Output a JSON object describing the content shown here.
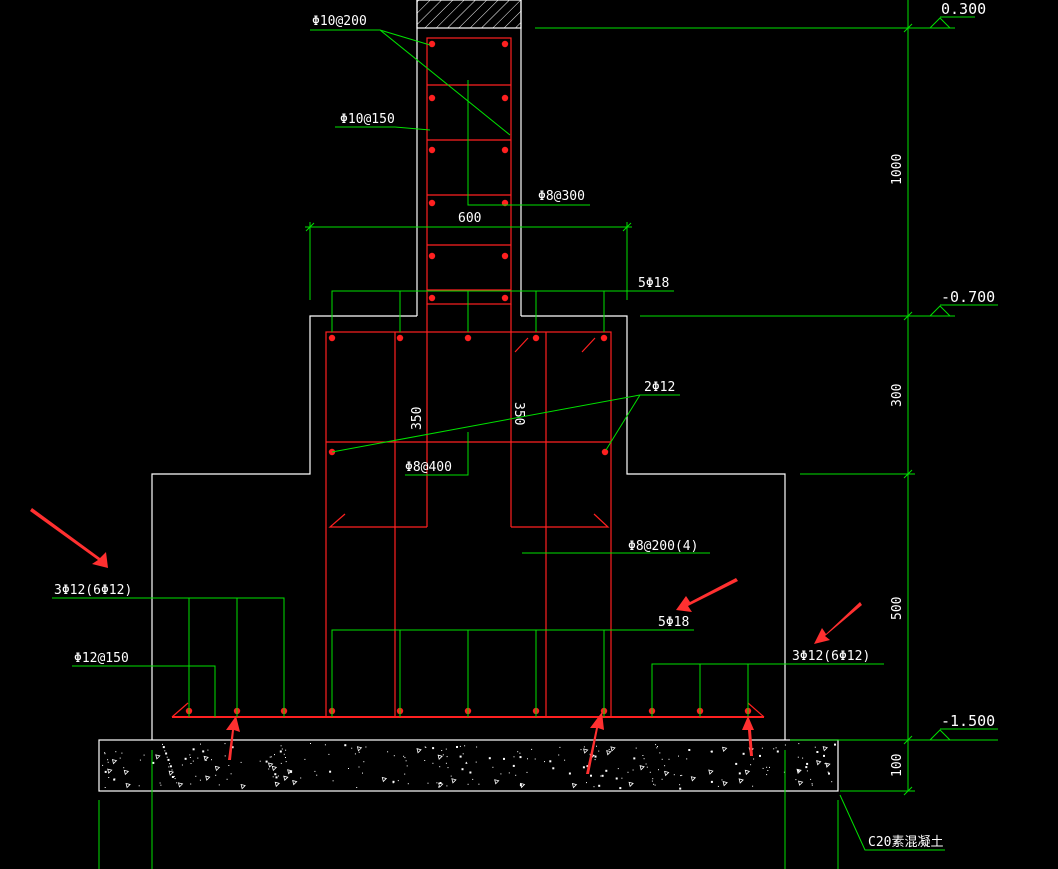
{
  "colors": {
    "background": "#000000",
    "outline": "#ffffff",
    "rebar": "#ff2020",
    "leader": "#00e000",
    "text": "#ffffff",
    "arrow": "#ff3030"
  },
  "labels": {
    "top_stirrup": "Φ10@200",
    "side_stirrup": "Φ10@150",
    "tie_300": "Φ8@300",
    "width_600": "600",
    "top_bars": "5Φ18",
    "elev_top": "0.300",
    "elev_mid": "-0.700",
    "elev_bot": "-1.500",
    "dim_1000": "1000",
    "dim_300": "300",
    "dim_500": "500",
    "dim_100": "100",
    "waist_bars": "2Φ12",
    "dim_350_left": "350",
    "dim_350_right": "350",
    "tie_400": "Φ8@400",
    "stirrup_200_4": "Φ8@200(4)",
    "bottom_bars": "5Φ18",
    "left_flange_bars": "3Φ12(6Φ12)",
    "right_flange_bars": "3Φ12(6Φ12)",
    "flange_dist": "Φ12@150",
    "concrete": "C20素混凝土"
  }
}
